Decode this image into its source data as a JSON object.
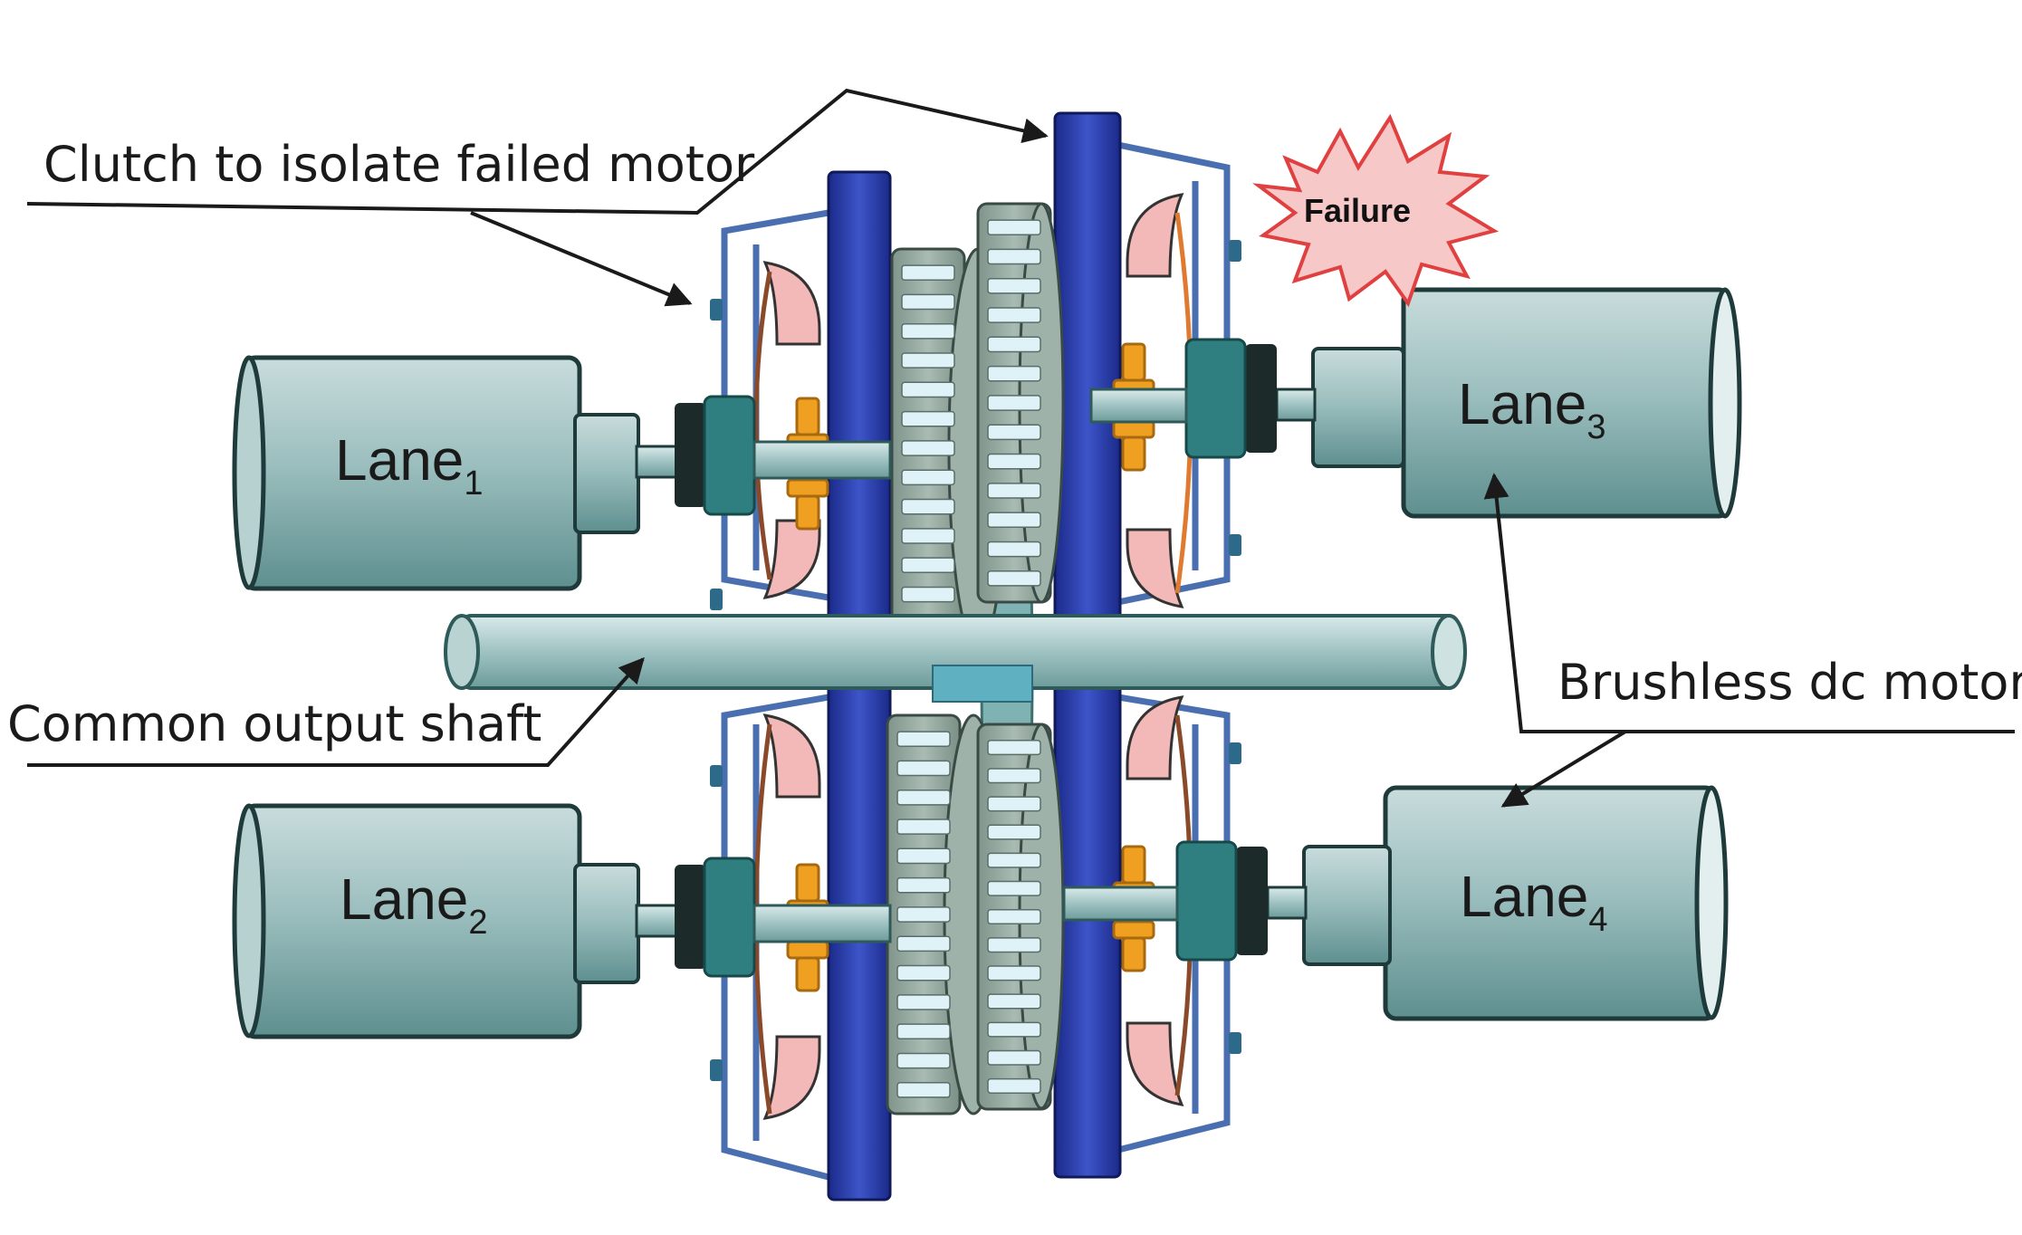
{
  "labels": {
    "clutch": "Clutch to isolate failed motor",
    "shaft": "Common output shaft",
    "motors": "Brushless dc motors",
    "failure": "Failure"
  },
  "lanes": [
    {
      "word": "Lane",
      "sub": "1"
    },
    {
      "word": "Lane",
      "sub": "2"
    },
    {
      "word": "Lane",
      "sub": "3"
    },
    {
      "word": "Lane",
      "sub": "4"
    }
  ],
  "colors": {
    "motor": "#8fb3b3",
    "motor_dark": "#5a8b8b",
    "flange": "#2b3ea8",
    "gear": "#8fa39a",
    "tooth": "#dff2f7",
    "clutch_pink": "#f3b8b8",
    "orange": "#f0a020",
    "coupling": "#2f7f80",
    "frame": "#4a6fb0"
  }
}
